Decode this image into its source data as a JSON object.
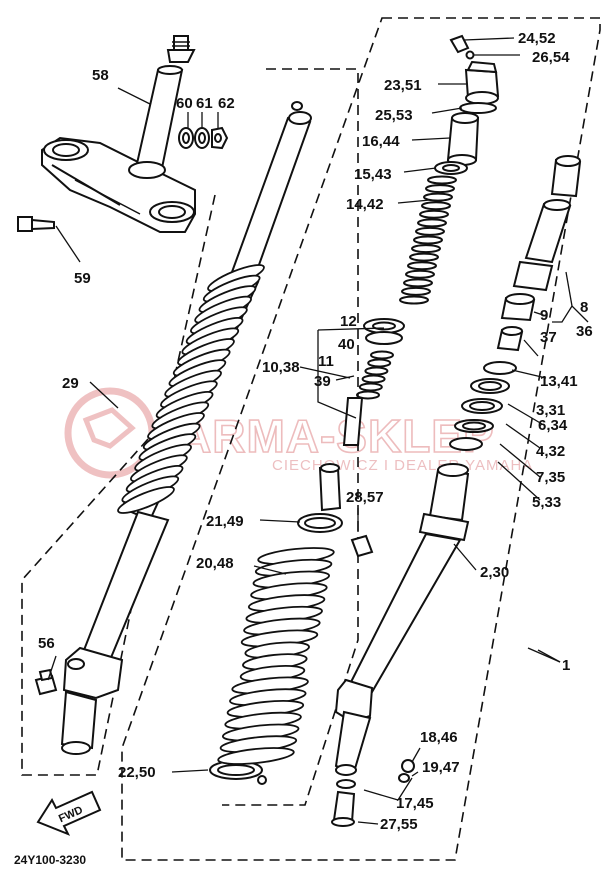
{
  "diagram_code": "24Y100-3230",
  "fwd_label": "FWD",
  "watermark": {
    "brand": "ARMA-SKLEP",
    "subtitle": "CIECHOWICZ I DEALER YAMAHA"
  },
  "callouts": {
    "c1": "1",
    "c2_30": "2,30",
    "c3_31": "3,31",
    "c4_32": "4,32",
    "c5_33": "5,33",
    "c6_34": "6,34",
    "c7_35": "7,35",
    "c8": "8",
    "c9": "9",
    "c36": "36",
    "c37": "37",
    "c10_38": "10,38",
    "c11": "11",
    "c39": "39",
    "c12": "12",
    "c40": "40",
    "c13_41": "13,41",
    "c14_42": "14,42",
    "c15_43": "15,43",
    "c16_44": "16,44",
    "c17_45": "17,45",
    "c18_46": "18,46",
    "c19_47": "19,47",
    "c20_48": "20,48",
    "c21_49": "21,49",
    "c22_50": "22,50",
    "c23_51": "23,51",
    "c24_52": "24,52",
    "c25_53": "25,53",
    "c26_54": "26,54",
    "c27_55": "27,55",
    "c28_57": "28,57",
    "c29": "29",
    "c56": "56",
    "c58": "58",
    "c59": "59",
    "c60": "60",
    "c61": "61",
    "c62": "62"
  }
}
